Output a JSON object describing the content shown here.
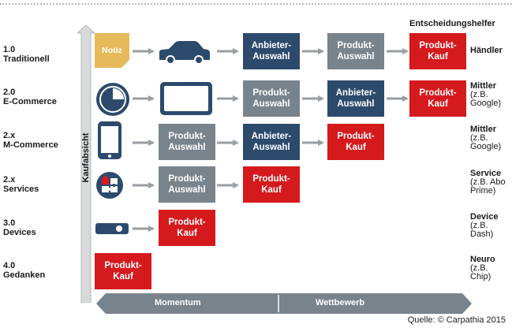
{
  "header": "Entscheidungshelfer",
  "rows": [
    {
      "label": "1.0\nTraditionell",
      "side_bold": "Händler",
      "side_note": ""
    },
    {
      "label": "2.0\nE-Commerce",
      "side_bold": "Mittler",
      "side_note": "(z.B.\nGoogle)"
    },
    {
      "label": "2.x\nM-Commerce",
      "side_bold": "Mittler",
      "side_note": "(z.B.\nGoogle)"
    },
    {
      "label": "2.x\nServices",
      "side_bold": "Service",
      "side_note": "(z.B. Abo\nPrime)"
    },
    {
      "label": "3.0\nDevices",
      "side_bold": "Device",
      "side_note": "(z.B.\nDash)"
    },
    {
      "label": "4.0\nGedanken",
      "side_bold": "Neuro",
      "side_note": "(z.B.\nChip)"
    }
  ],
  "boxes": {
    "anbieter": "Anbieter-\nAuswahl",
    "produkt": "Produkt-\nAuswahl",
    "kauf": "Produkt-\nKauf"
  },
  "notiz": "Notiz",
  "vertical_label": "Kaufabsicht",
  "bottom": {
    "left": "Momentum",
    "right": "Wettbewerb"
  },
  "source": "Quelle: © Carpathia 2015",
  "icons": [
    "notepad-icon",
    "car-icon",
    "clock-icon",
    "tablet-icon",
    "smartphone-icon",
    "puzzle-icon",
    "dash-button-icon"
  ],
  "colors": {
    "grey": "#78838c",
    "navy": "#2c4a6c",
    "red": "#d51a1e",
    "arrow": "#9a9ea2",
    "accent_yellow": "#e6b95a",
    "icon_blue": "#2c4a6c"
  }
}
